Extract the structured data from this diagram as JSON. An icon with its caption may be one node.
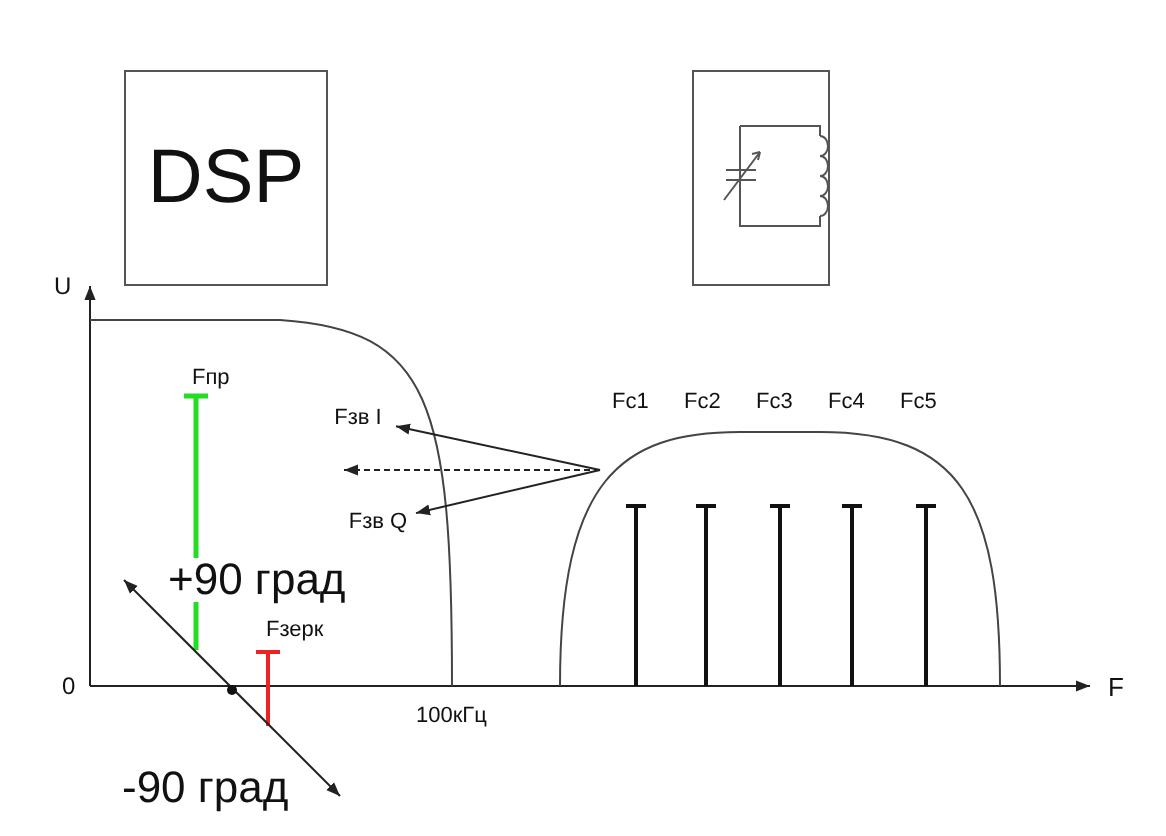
{
  "diagram": {
    "nodes": [
      {
        "text": [
          "DSP"
        ]
      },
      {
        "text": [],
        "shape": "box"
      },
      {
        "text": [
          "Fзв I"
        ]
      },
      {
        "text": [
          "Fзв Q"
        ]
      }
    ],
    "edges": [
      {
        "from": null,
        "to": 2,
        "arrow": "to"
      },
      {
        "from": null,
        "to": 3,
        "arrow": "to"
      }
    ],
    "labels": [
      "U",
      "Fпр",
      "Fc1",
      "Fc2",
      "Fc3",
      "Fc4",
      "Fc5",
      "+90 град",
      "Fзерк",
      "0",
      "F",
      "100кГц",
      "-90 град"
    ]
  }
}
